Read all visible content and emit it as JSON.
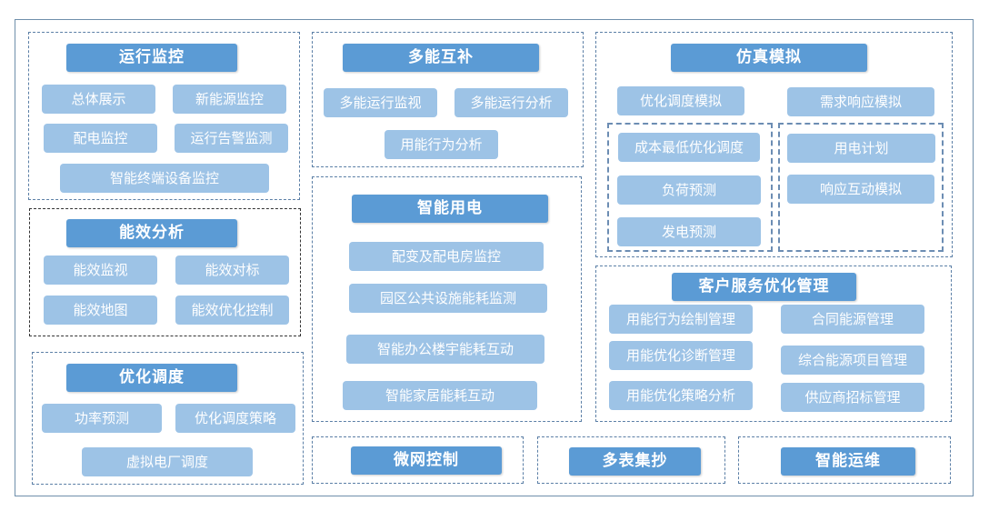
{
  "modules": {
    "yxjk": {
      "title": "运行监控",
      "items": [
        "总体展示",
        "新能源监控",
        "配电监控",
        "运行告警监测",
        "智能终端设备监控"
      ]
    },
    "nxfx": {
      "title": "能效分析",
      "items": [
        "能效监视",
        "能效对标",
        "能效地图",
        "能效优化控制"
      ]
    },
    "yhdd": {
      "title": "优化调度",
      "items": [
        "功率预测",
        "优化调度策略",
        "虚拟电厂调度"
      ]
    },
    "dnhb": {
      "title": "多能互补",
      "items": [
        "多能运行监视",
        "多能运行分析",
        "用能行为分析"
      ]
    },
    "znyd": {
      "title": "智能用电",
      "items": [
        "配变及配电房监控",
        "园区公共设施能耗监测",
        "智能办公楼宇能耗互动",
        "智能家居能耗互动"
      ]
    },
    "fzmn": {
      "title": "仿真模拟",
      "items": [
        "优化调度模拟",
        "需求响应模拟"
      ],
      "left_group": [
        "成本最低优化调度",
        "负荷预测",
        "发电预测"
      ],
      "right_group": [
        "用电计划",
        "响应互动模拟"
      ]
    },
    "khfw": {
      "title": "客户服务优化管理",
      "items": [
        "用能行为绘制管理",
        "合同能源管理",
        "用能优化诊断管理",
        "综合能源项目管理",
        "用能优化策略分析",
        "供应商招标管理"
      ]
    },
    "wwkz": {
      "title": "微网控制"
    },
    "dbjc": {
      "title": "多表集抄"
    },
    "znyw": {
      "title": "智能运维"
    }
  },
  "colors": {
    "header": "#5b9bd5",
    "item": "#9dc3e6",
    "border": "#5b7fa6"
  }
}
